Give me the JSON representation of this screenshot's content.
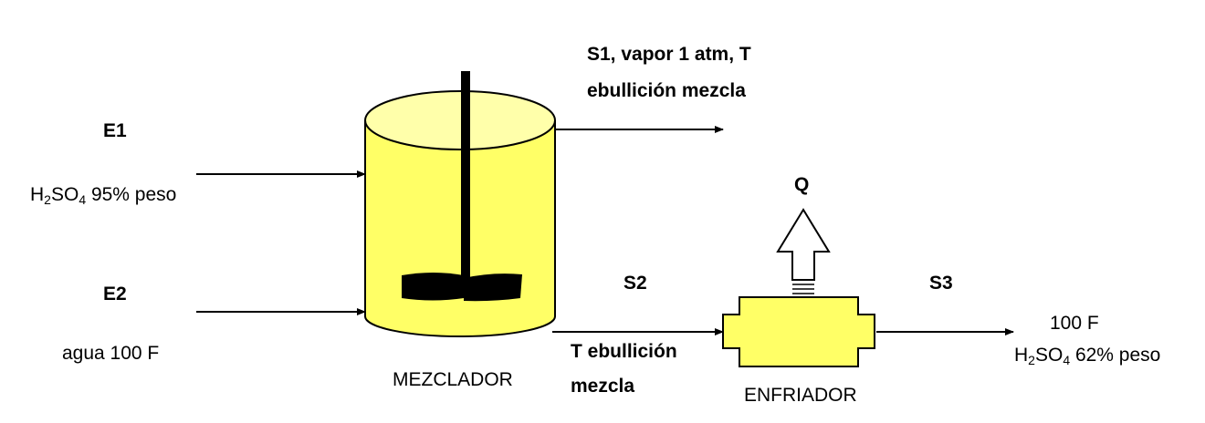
{
  "colors": {
    "vessel_fill": "#FFFF66",
    "stroke": "#000000",
    "background": "#FFFFFF"
  },
  "labels": {
    "e1": "E1",
    "e1_desc_prefix": "H",
    "e1_desc_sub1": "2",
    "e1_desc_mid": "SO",
    "e1_desc_sub2": "4",
    "e1_desc_suffix": " 95% peso",
    "e2": "E2",
    "e2_desc": "agua 100 F",
    "s1_line1": "S1, vapor 1 atm, T",
    "s1_line2": "ebullición mezcla",
    "mixer": "MEZCLADOR",
    "s2": "S2",
    "s2_line1": "T ebullición",
    "s2_line2": "mezcla",
    "q": "Q",
    "cooler": "ENFRIADOR",
    "s3": "S3",
    "s3_temp": "100 F",
    "s3_desc_prefix": "H",
    "s3_desc_sub1": "2",
    "s3_desc_mid": "SO",
    "s3_desc_sub2": "4",
    "s3_desc_suffix": " 62% peso"
  }
}
